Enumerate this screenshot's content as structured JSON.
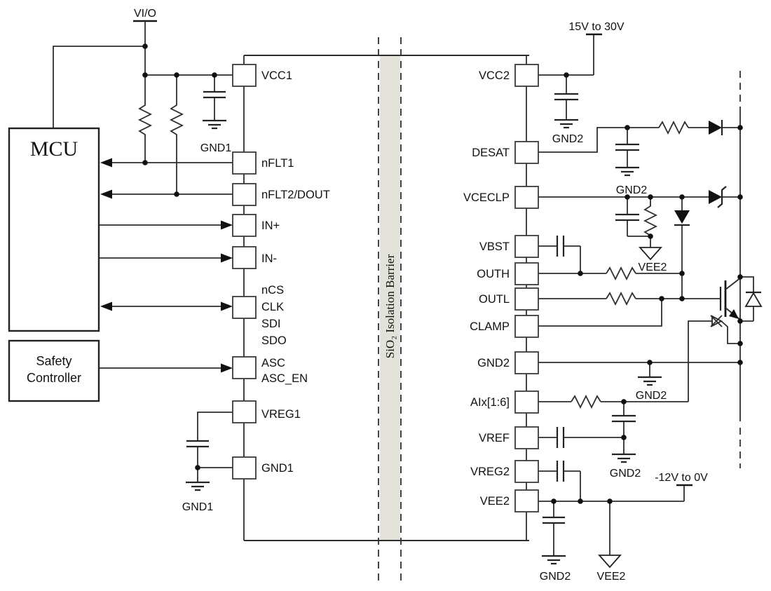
{
  "blocks": {
    "mcu": "MCU",
    "safety_line1": "Safety",
    "safety_line2": "Controller"
  },
  "supplies": {
    "vio": "VI/O",
    "vcc2_range": "15V to 30V",
    "vee2_range": "-12V to 0V"
  },
  "barrier_label": "SiO₂ Isolation Barrier",
  "pins_left": [
    "VCC1",
    "nFLT1",
    "nFLT2/DOUT",
    "IN+",
    "IN-",
    "nCS",
    "CLK",
    "SDI",
    "SDO",
    "ASC",
    "ASC_EN",
    "VREG1",
    "GND1"
  ],
  "pins_right": [
    "VCC2",
    "DESAT",
    "VCECLP",
    "VBST",
    "OUTH",
    "OUTL",
    "CLAMP",
    "GND2",
    "AIx[1:6]",
    "VREF",
    "VREG2",
    "VEE2"
  ],
  "grounds": {
    "vcc1_cap": "GND1",
    "vreg1_cap": "GND1",
    "vcc2_cap": "GND2",
    "desat_cap": "GND2",
    "vceclp_net": "VEE2",
    "gnd2_pin": "GND2",
    "vref_cap": "GND2",
    "vee2_cap": "GND2",
    "vee2_pin": "VEE2"
  },
  "colors": {
    "wire": "#2e2e2e",
    "text": "#111111",
    "barrier_fill": "#e2e2da"
  }
}
